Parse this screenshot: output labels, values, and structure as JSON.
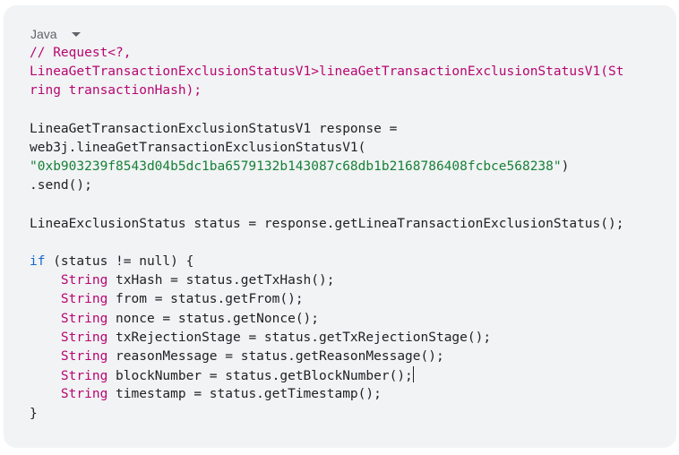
{
  "language_selector": {
    "label": "Java"
  },
  "code_lines": [
    [
      {
        "t": "// Request<?,",
        "c": "comment"
      }
    ],
    [
      {
        "t": "LineaGetTransactionExclusionStatusV1>lineaGetTransactionExclusionStatusV1(St",
        "c": "comment"
      }
    ],
    [
      {
        "t": "ring transactionHash);",
        "c": "comment"
      }
    ],
    [],
    [
      {
        "t": "LineaGetTransactionExclusionStatusV1 response =",
        "c": "plain"
      }
    ],
    [
      {
        "t": "web3j.lineaGetTransactionExclusionStatusV1(",
        "c": "plain"
      }
    ],
    [
      {
        "t": "\"0xb903239f8543d04b5dc1ba6579132b143087c68db1b2168786408fcbce568238\"",
        "c": "string"
      },
      {
        "t": ")",
        "c": "plain"
      }
    ],
    [
      {
        "t": ".send();",
        "c": "plain"
      }
    ],
    [],
    [
      {
        "t": "LineaExclusionStatus status = response.getLineaTransactionExclusionStatus();",
        "c": "plain"
      }
    ],
    [],
    [
      {
        "t": "if",
        "c": "keyword"
      },
      {
        "t": " (status != null) {",
        "c": "plain"
      }
    ],
    [
      {
        "t": "    ",
        "c": "plain"
      },
      {
        "t": "String",
        "c": "type"
      },
      {
        "t": " txHash = status.getTxHash();",
        "c": "plain"
      }
    ],
    [
      {
        "t": "    ",
        "c": "plain"
      },
      {
        "t": "String",
        "c": "type"
      },
      {
        "t": " from = status.getFrom();",
        "c": "plain"
      }
    ],
    [
      {
        "t": "    ",
        "c": "plain"
      },
      {
        "t": "String",
        "c": "type"
      },
      {
        "t": " nonce = status.getNonce();",
        "c": "plain"
      }
    ],
    [
      {
        "t": "    ",
        "c": "plain"
      },
      {
        "t": "String",
        "c": "type"
      },
      {
        "t": " txRejectionStage = status.getTxRejectionStage();",
        "c": "plain"
      }
    ],
    [
      {
        "t": "    ",
        "c": "plain"
      },
      {
        "t": "String",
        "c": "type"
      },
      {
        "t": " reasonMessage = status.getReasonMessage();",
        "c": "plain"
      }
    ],
    [
      {
        "t": "    ",
        "c": "plain"
      },
      {
        "t": "String",
        "c": "type"
      },
      {
        "t": " blockNumber = status.getBlockNumber();",
        "c": "plain"
      },
      {
        "cursor": true
      }
    ],
    [
      {
        "t": "    ",
        "c": "plain"
      },
      {
        "t": "String",
        "c": "type"
      },
      {
        "t": " timestamp = status.getTimestamp();",
        "c": "plain"
      }
    ],
    [
      {
        "t": "}",
        "c": "plain"
      }
    ]
  ],
  "colors": {
    "background": "#f1f3f4",
    "comment": "#b80672",
    "string": "#188038",
    "keyword": "#1967d2",
    "type": "#b80672",
    "plain": "#202124"
  },
  "icons": {
    "language_dropdown": "caret-down-icon"
  }
}
